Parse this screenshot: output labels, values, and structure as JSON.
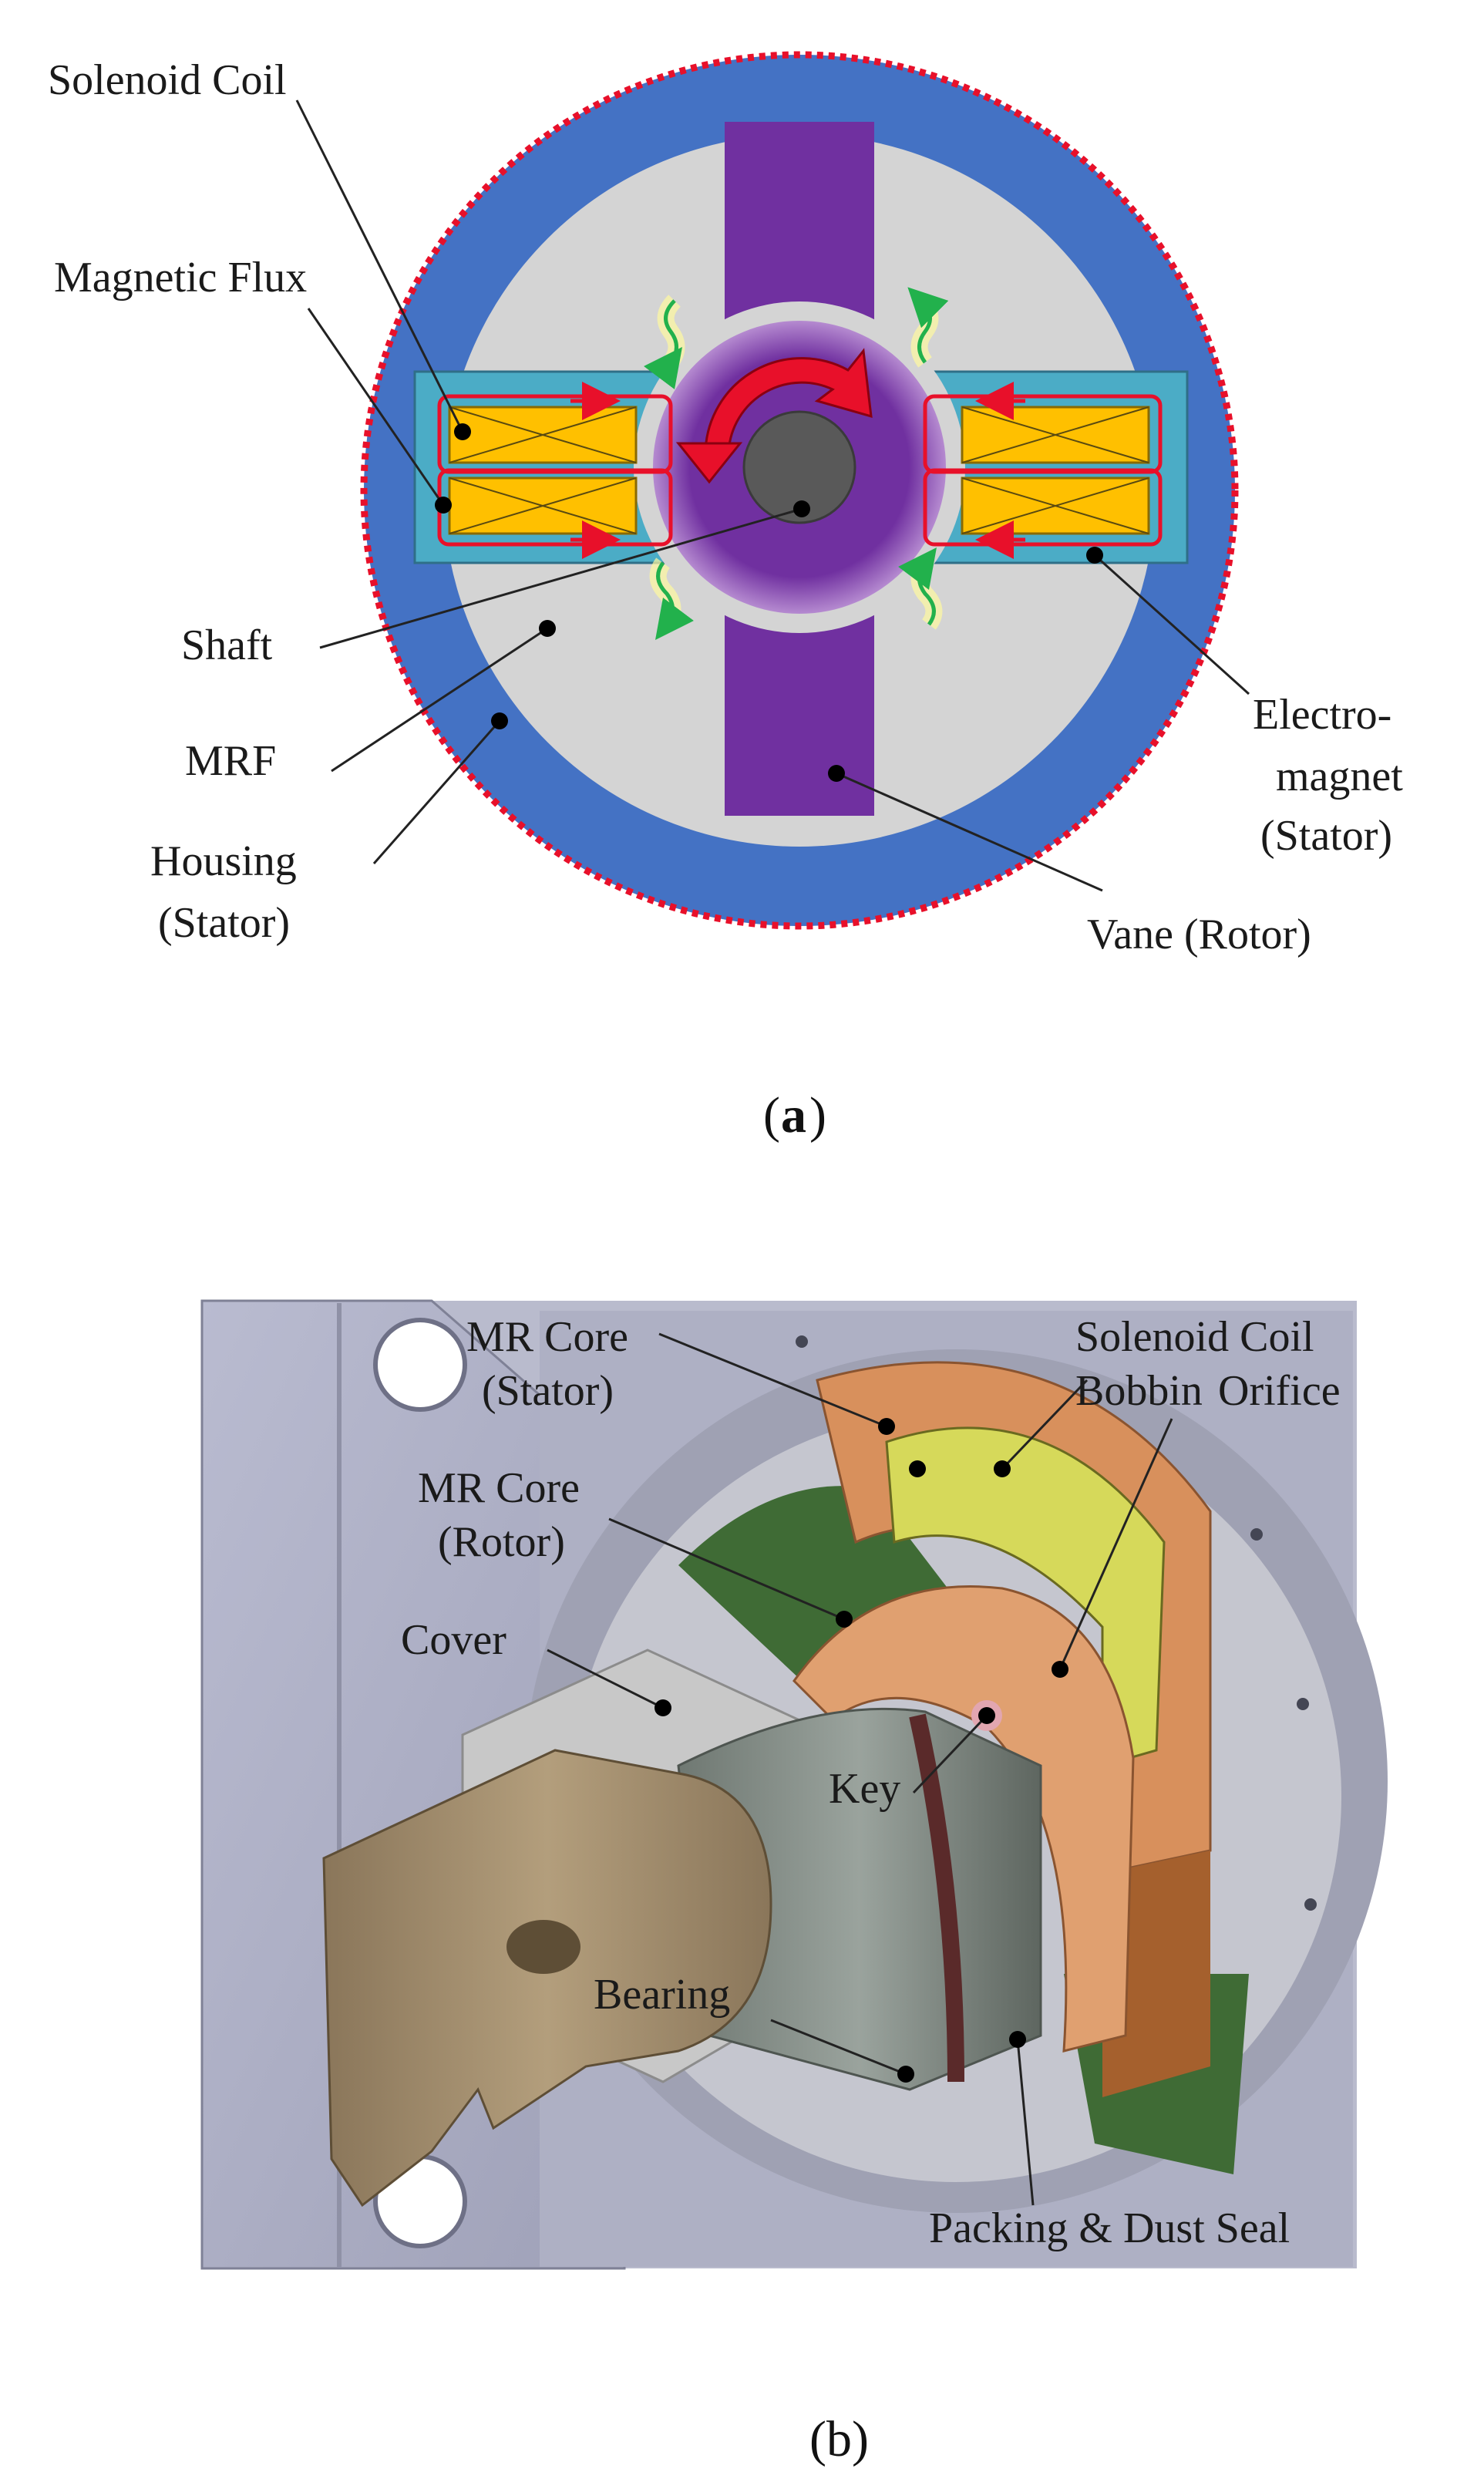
{
  "figure_a": {
    "labels": {
      "solenoid_coil": "Solenoid Coil",
      "magnetic_flux": "Magnetic Flux",
      "shaft": "Shaft",
      "mrf": "MRF",
      "housing_line1": "Housing",
      "housing_line2": "(Stator)",
      "electromagnet_line1": "Electro-",
      "electromagnet_line2": "magnet",
      "electromagnet_line3": "(Stator)",
      "vane": "Vane (Rotor)"
    },
    "caption_letter": "a",
    "colors": {
      "housing": "#4472c4",
      "housing_dotted_border": "#e8102a",
      "mrf": "#d4d4d4",
      "vane": "#7030a0",
      "shaft": "#595959",
      "electromagnet": "#4bacc6",
      "coil": "#ffc000",
      "flux_path": "#e8102a",
      "flow_arrows": "#22b14c",
      "rotation_arrow": "#e8102a"
    }
  },
  "figure_b": {
    "labels": {
      "mr_core_stator_line1": "MR Core",
      "mr_core_stator_line2": "(Stator)",
      "solenoid_coil": "Solenoid Coil",
      "bobbin": "Bobbin",
      "orifice": "Orifice",
      "mr_core_rotor_line1": "MR Core",
      "mr_core_rotor_line2": "(Rotor)",
      "cover": "Cover",
      "key": "Key",
      "bearing": "Bearing",
      "packing_dust_seal": "Packing & Dust Seal"
    },
    "caption": "(b)",
    "colors": {
      "frame": "#a7a8bd",
      "core": "#d8905c",
      "coil": "#d6d95a",
      "green_cavity": "#3f6b35",
      "shaft_tan": "#a08b6a",
      "bearing_grey": "#7d8680"
    }
  }
}
